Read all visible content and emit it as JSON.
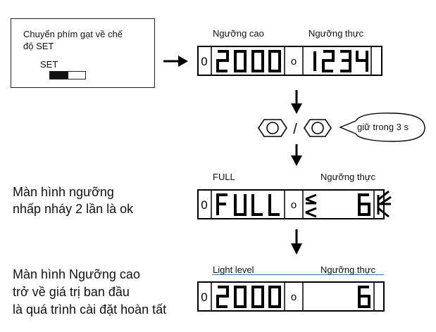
{
  "switch_box": {
    "line1": "Chuyển phím gạt về chế",
    "line2": "độ SET",
    "switch_label": "SET"
  },
  "panel1": {
    "label_left": "Ngưỡng cao",
    "label_right": "Ngưỡng thực",
    "left_digits": "2000",
    "right_digits": "1234"
  },
  "press_step": {
    "separator": "/",
    "callout": "giữ trong 3 s"
  },
  "panel2": {
    "label_left": "FULL",
    "label_right": "Ngưỡng thực",
    "left_text": "FULL",
    "right_digits": "6",
    "note_line1": "Màn hình ngưỡng",
    "note_line2": "nhấp nháy 2 lần là ok"
  },
  "panel3": {
    "label_left": "Light level",
    "label_right": "Ngưỡng thực",
    "left_digits": "2000",
    "right_digits": "6",
    "note_line1": "Màn hình Ngưỡng cao",
    "note_line2": "trở về giá trị ban đầu",
    "note_line3": "là quá trình cài đặt hoàn tất"
  },
  "panel_small_marks": {
    "zero": "0",
    "ring": "o"
  }
}
